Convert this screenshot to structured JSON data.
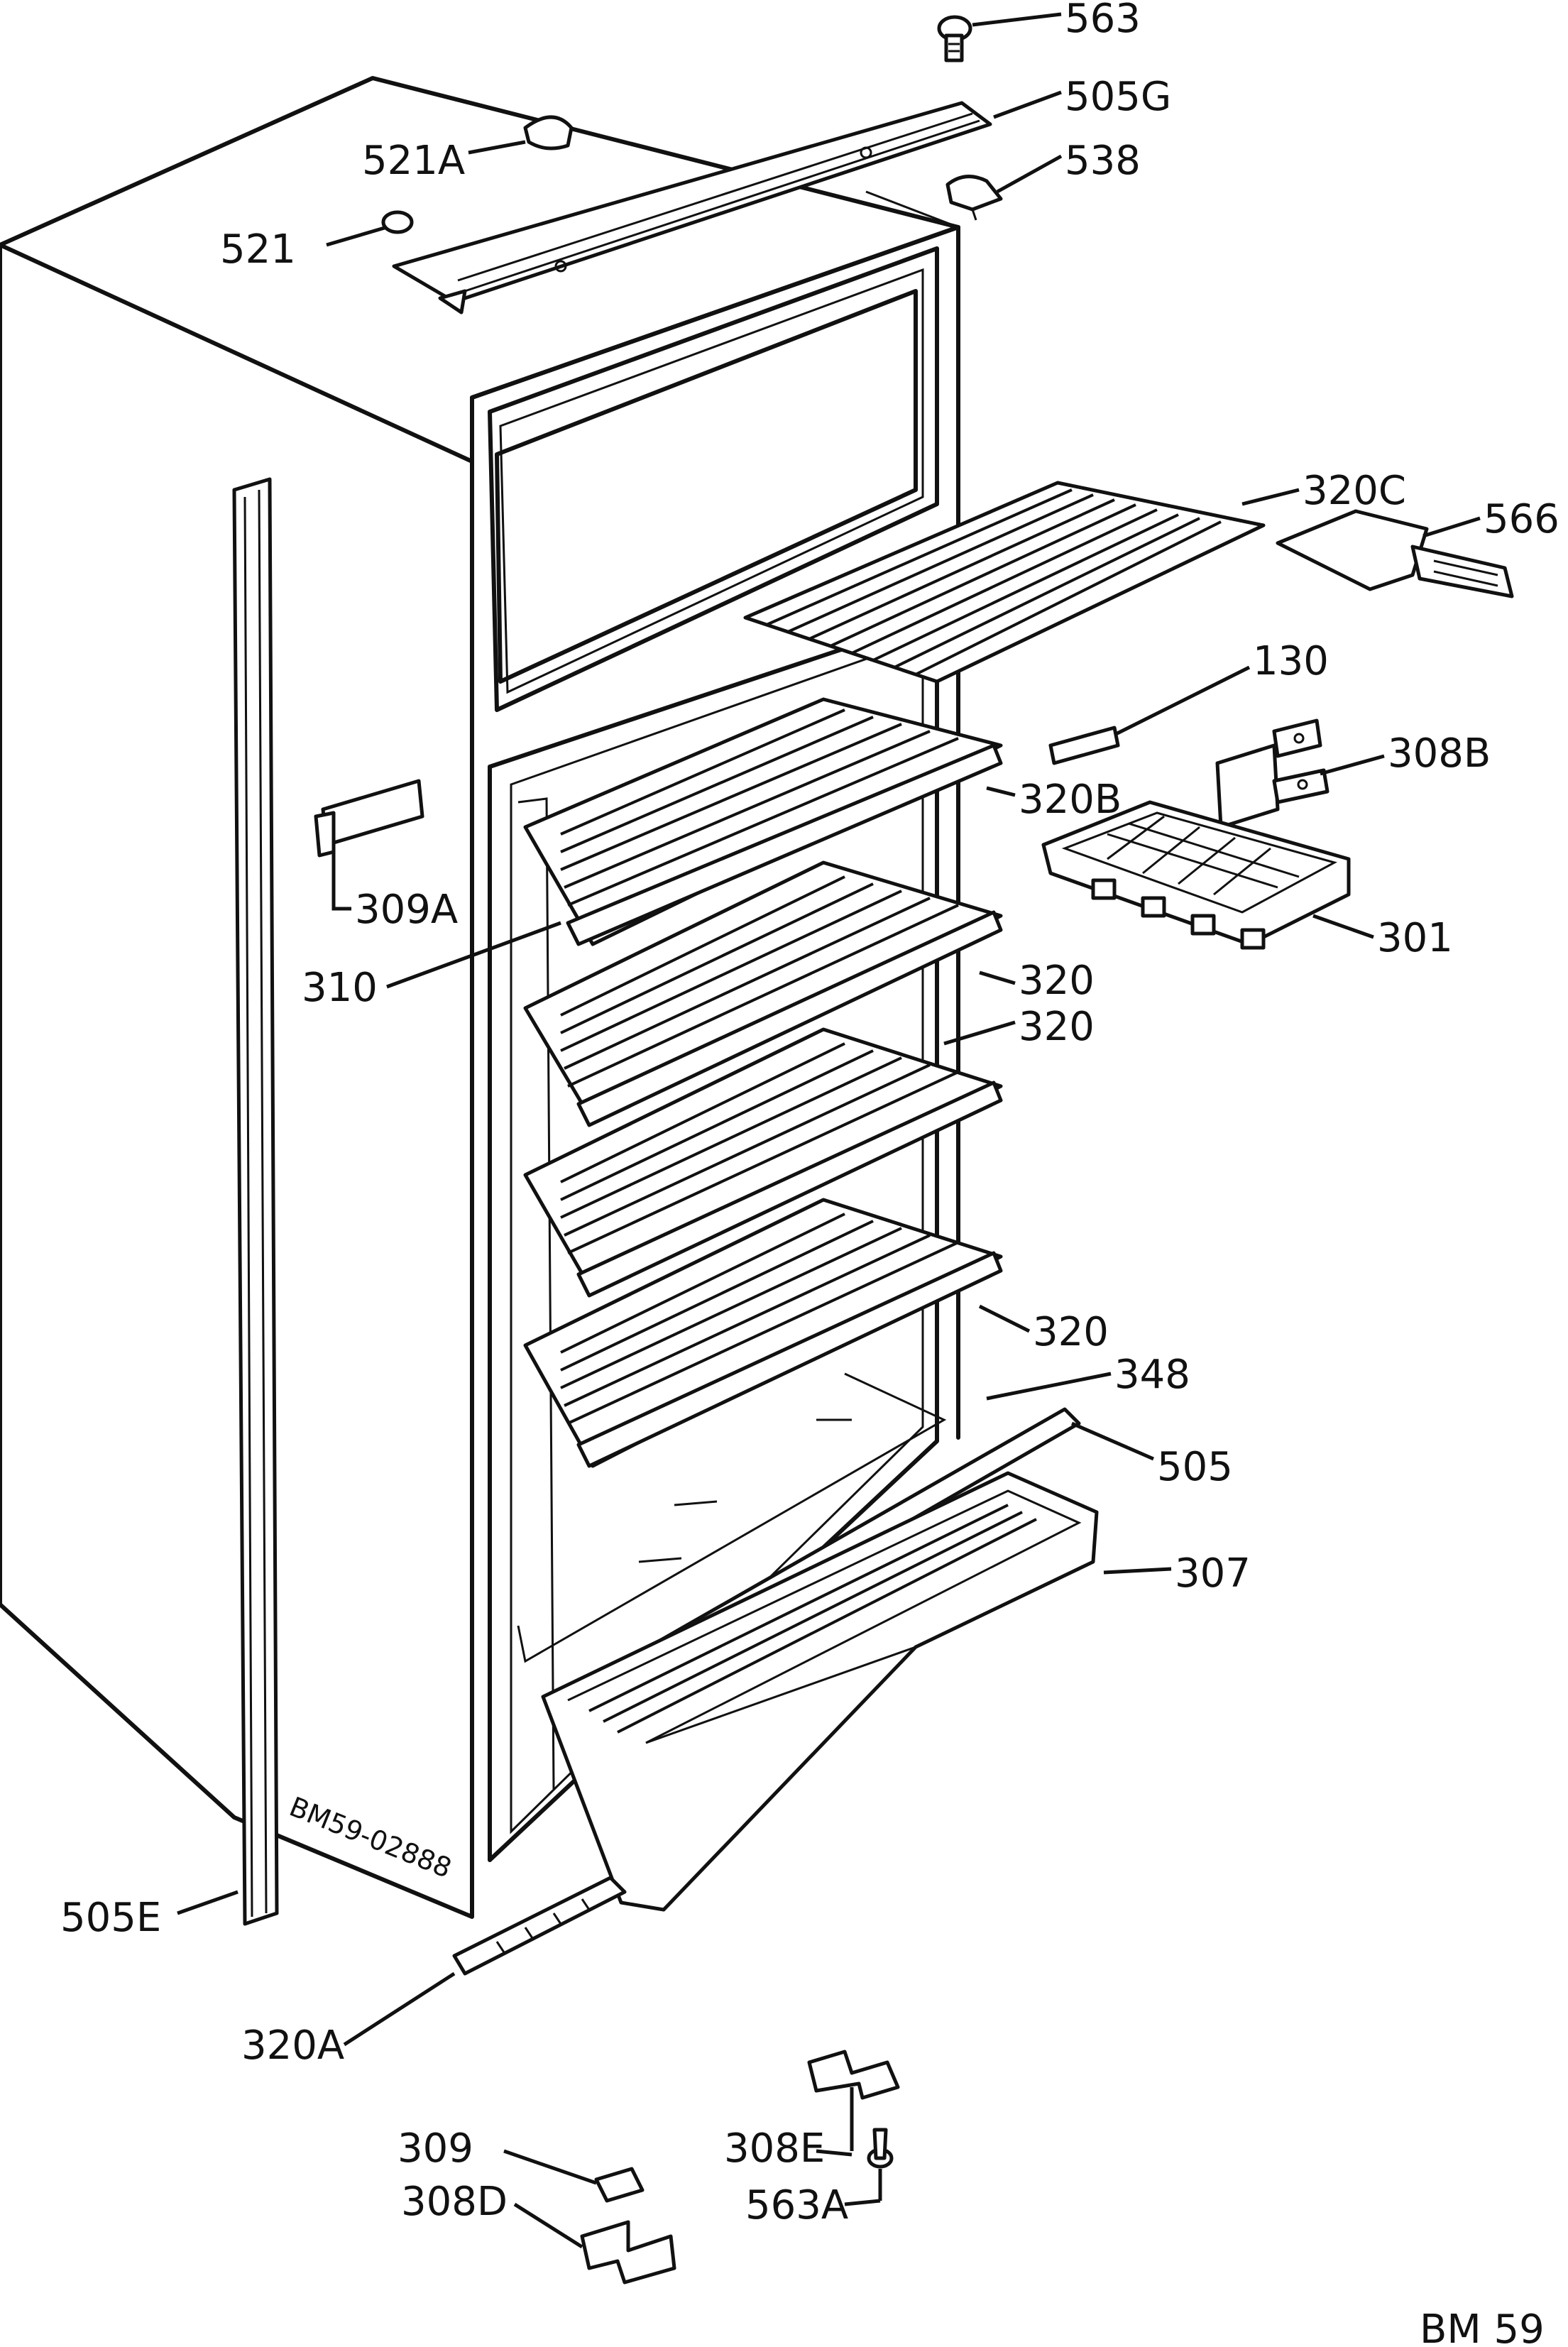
{
  "diagram": {
    "part_labels": [
      {
        "id": "563",
        "text": "563"
      },
      {
        "id": "505G",
        "text": "505G"
      },
      {
        "id": "521A",
        "text": "521A"
      },
      {
        "id": "538",
        "text": "538"
      },
      {
        "id": "521",
        "text": "521"
      },
      {
        "id": "320C",
        "text": "320C"
      },
      {
        "id": "566",
        "text": "566"
      },
      {
        "id": "130",
        "text": "130"
      },
      {
        "id": "308B",
        "text": "308B"
      },
      {
        "id": "320B",
        "text": "320B"
      },
      {
        "id": "309A",
        "text": "309A"
      },
      {
        "id": "301",
        "text": "301"
      },
      {
        "id": "310",
        "text": "310"
      },
      {
        "id": "320-1",
        "text": "320"
      },
      {
        "id": "320-2",
        "text": "320"
      },
      {
        "id": "320-3",
        "text": "320"
      },
      {
        "id": "348",
        "text": "348"
      },
      {
        "id": "505",
        "text": "505"
      },
      {
        "id": "307",
        "text": "307"
      },
      {
        "id": "505E",
        "text": "505E"
      },
      {
        "id": "320A",
        "text": "320A"
      },
      {
        "id": "309",
        "text": "309"
      },
      {
        "id": "308E",
        "text": "308E"
      },
      {
        "id": "308D",
        "text": "308D"
      },
      {
        "id": "563A",
        "text": "563A"
      }
    ],
    "serial_stamp": "BM59-02888",
    "figure_code": "BM 59"
  }
}
